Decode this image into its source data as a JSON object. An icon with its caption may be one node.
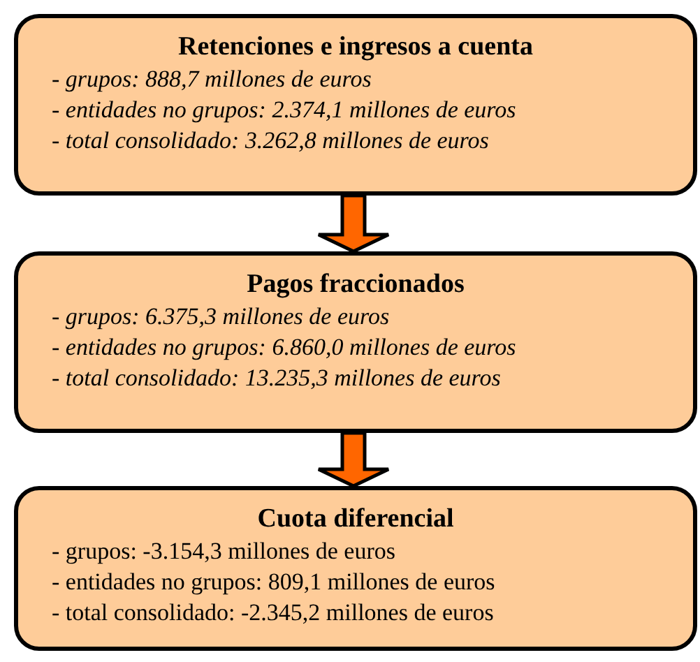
{
  "diagram": {
    "nodes": [
      {
        "text": [
          "Retenciones e ingresos a cuenta",
          "- grupos: 888,7 millones de euros",
          "- entidades no grupos: 2.374,1 millones de euros",
          "- total consolidado: 3.262,8 millones de euros"
        ]
      },
      {
        "text": [
          "Pagos fraccionados",
          "- grupos: 6.375,3 millones de euros",
          "- entidades no grupos: 6.860,0 millones de euros",
          "- total consolidado: 13.235,3 millones de euros"
        ]
      },
      {
        "text": [
          "Cuota diferencial",
          "- grupos: -3.154,3 millones de euros",
          "- entidades no grupos: 809,1 millones de euros",
          "- total consolidado: -2.345,2 millones de euros"
        ]
      }
    ],
    "edges": [
      {
        "from": 0,
        "to": 1,
        "arrow": "to"
      },
      {
        "from": 1,
        "to": 2,
        "arrow": "to"
      }
    ]
  }
}
